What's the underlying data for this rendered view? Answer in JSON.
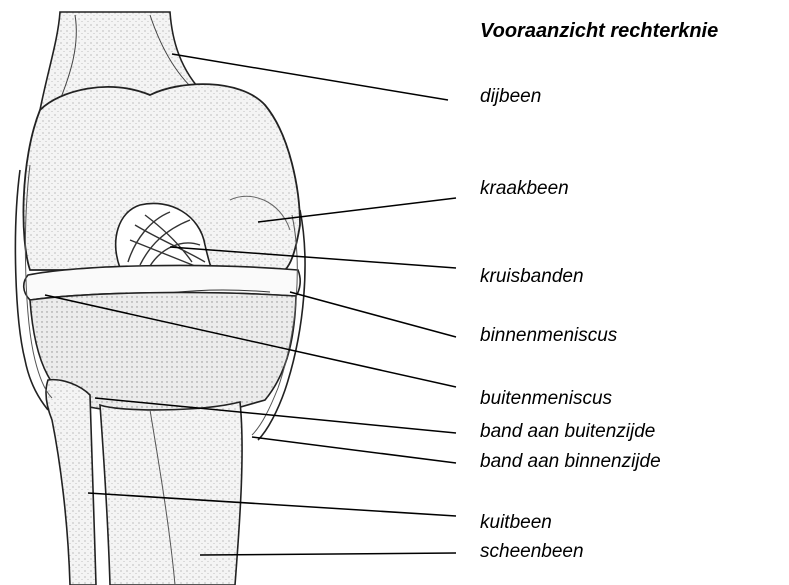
{
  "title": "Vooraanzicht rechterknie",
  "labels": {
    "dijbeen": "dijbeen",
    "kraakbeen": "kraakbeen",
    "kruisbanden": "kruisbanden",
    "binnenmeniscus": "binnenmeniscus",
    "buitenmeniscus": "buitenmeniscus",
    "band_buitenzijde": "band aan buitenzijde",
    "band_binnenzijde": "band aan binnenzijde",
    "kuitbeen": "kuitbeen",
    "scheenbeen": "scheenbeen"
  }
}
